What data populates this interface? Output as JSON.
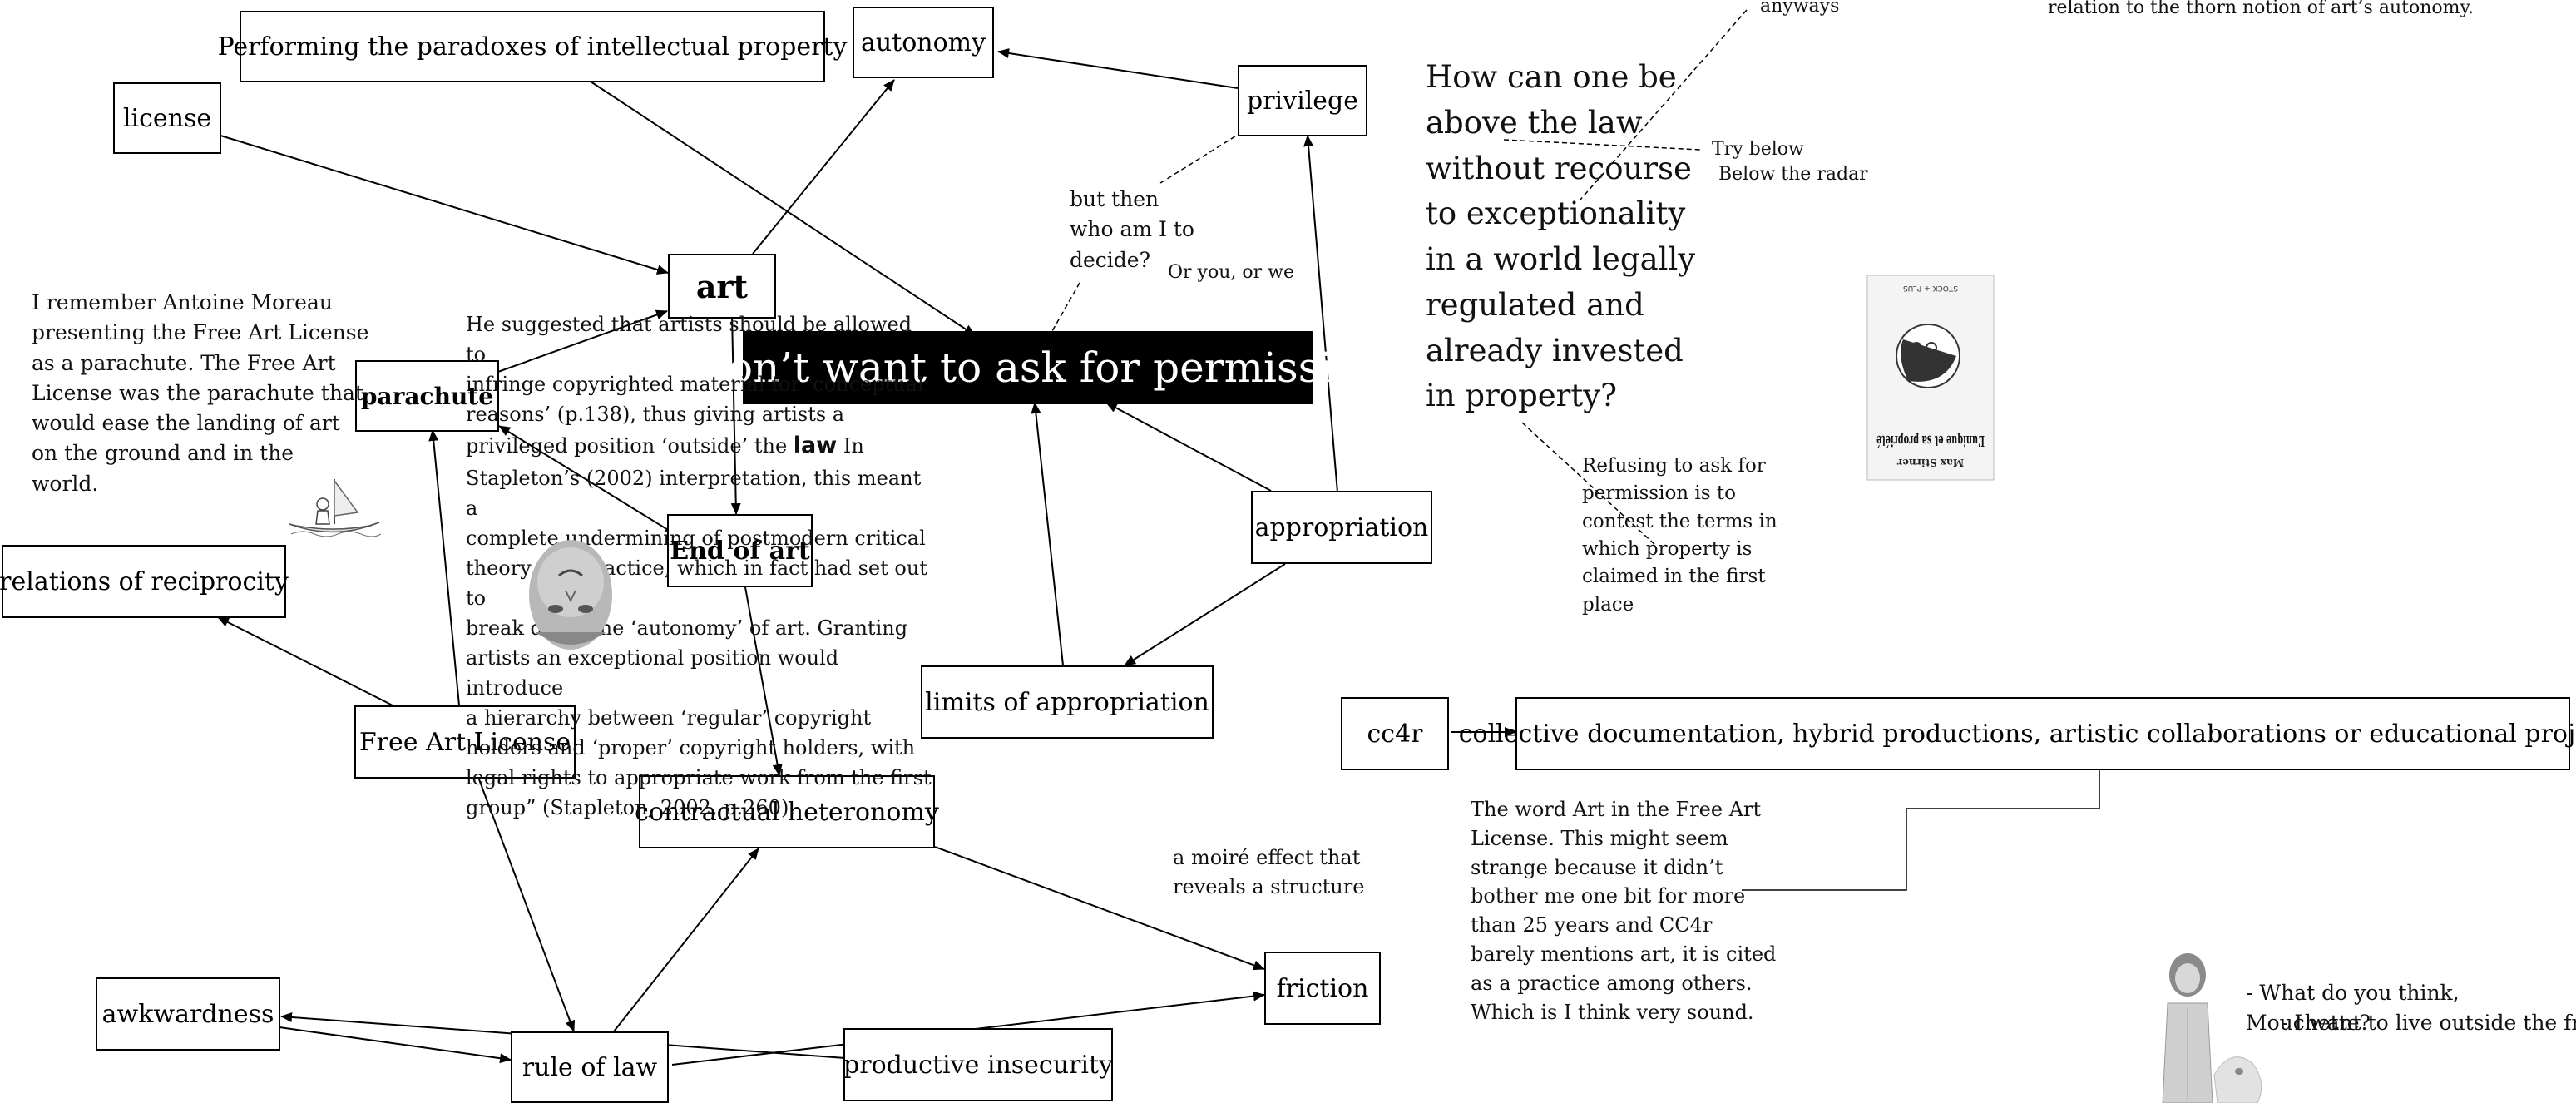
{
  "nodes": {
    "performing": "Performing the paradoxes of intellectual property",
    "autonomy": "autonomy",
    "license": "license",
    "privilege": "privilege",
    "art": "art",
    "parachute": "parachute",
    "permission": "I don’t want to ask for permission",
    "end_of_art": "End of art",
    "appropriation": "appropriation",
    "relations": "relations of reciprocity",
    "limits": "limits of appropriation",
    "free_art_license": "Free Art License",
    "contractual": "contractual heteronomy",
    "cc4r": "cc4r",
    "collective": "collective documentation, hybrid productions, artistic collaborations or educational projects",
    "friction": "friction",
    "awkwardness": "awkwardness",
    "rule_of_law": "rule of law",
    "productive_insecurity": "productive insecurity"
  },
  "notes": {
    "anyways": "anyways",
    "thorn": "relation to the thorn notion of art’s autonomy.",
    "but_then": [
      "but then",
      "who am I to",
      "decide?"
    ],
    "or_you": "Or you, or we",
    "question": [
      "How can one be",
      "above the law",
      "without recourse",
      "to exceptionality",
      "in a world legally",
      "regulated and",
      "already invested",
      "in property?"
    ],
    "try_below": "Try below",
    "below_radar": "Below the radar",
    "remember": [
      "I remember Antoine Moreau",
      "presenting the Free Art License",
      "as a parachute. The Free Art",
      "License was the parachute that",
      "would ease the landing of art",
      "on the ground and in the",
      "world."
    ],
    "refusing": [
      "Refusing to ask for",
      "permission is to",
      "contest the terms in",
      "which property is",
      "claimed in the first",
      "place"
    ],
    "moire": [
      "a moiré effect that",
      "reveals a structure"
    ],
    "word_art": [
      "The word Art in the Free Art",
      "License. This might seem",
      "strange because it didn’t",
      "bother me one bit for more",
      "than 25 years and CC4r",
      "barely mentions art, it is cited",
      "as a practice among others.",
      "Which is I think very sound."
    ],
    "mouchette_q": "- What do you think, Mouchette?",
    "mouchette_a": "- I want to live outside the fram",
    "quote": [
      "He suggested that artists should be allowed to",
      "infringe copyrighted material for ‘conceptual",
      "reasons’ (p.138), thus giving artists a",
      "privileged position ‘outside’ the ",
      " In",
      "Stapleton’s (2002) interpretation, this meant a",
      "complete undermining of postmodern critical",
      "theory and practice, which in fact had set out to",
      "break down the ‘autonomy’ of art. Granting",
      "artists an exceptional position would introduce",
      "a hierarchy between ‘regular’ copyright",
      "holders and ‘proper’ copyright holders, with",
      "legal rights to appropriate work from the first",
      "group” (Stapleton, 2002, p.260)."
    ],
    "law_word": "law",
    "book_title": "L’unique et sa propriété",
    "book_author": "Max Stirner",
    "book_publisher": "STOCK + PLUS"
  }
}
